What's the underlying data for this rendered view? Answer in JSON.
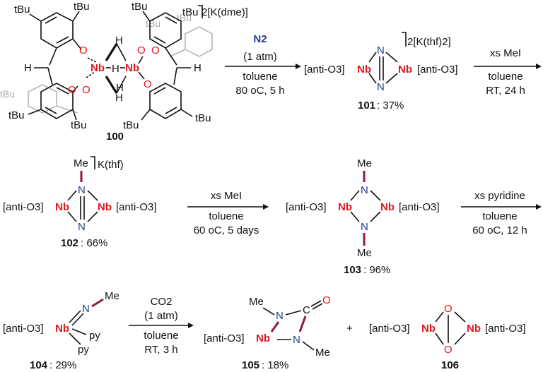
{
  "colors": {
    "niobium": "#e0161c",
    "nitrogen": "#1d3f8f",
    "bond_highlight": "#8e1b3a",
    "faded": "#aaaaaa"
  },
  "c100": {
    "label": "100",
    "charge": "2[K(dme)]",
    "tbu": "tBu",
    "H": "H",
    "O": "O",
    "Nb": "Nb"
  },
  "step1": {
    "reagent": "N2",
    "l1": "(1 atm)",
    "l2": "toluene",
    "l3": "80 oC, 5 h"
  },
  "c101": {
    "ligand": "[anti-O3]",
    "ligand_r": "[anti-O3]",
    "Nb": "Nb",
    "N": "N",
    "charge": "2[K(thf)2]",
    "label": "101",
    "yield": ": 37%"
  },
  "step2": {
    "l1": "xs MeI",
    "l2": "toluene",
    "l3": "RT, 24 h"
  },
  "c102": {
    "ligand": "[anti-O3]",
    "ligand_r": "[anti-O3]",
    "Nb": "Nb",
    "N": "N",
    "Me": "Me",
    "charge": "K(thf)",
    "label": "102",
    "yield": ": 66%"
  },
  "step3": {
    "l1": "xs MeI",
    "l2": "toluene",
    "l3": "60 oC, 5 days"
  },
  "c103": {
    "ligand": "[anti-O3]",
    "ligand_r": "[anti-O3]",
    "Nb": "Nb",
    "N": "N",
    "Me": "Me",
    "label": "103",
    "yield": ": 96%"
  },
  "step4": {
    "l1": "xs pyridine",
    "l2": "toluene",
    "l3": "60 oC, 12 h"
  },
  "c104": {
    "ligand": "[anti-O3]",
    "Nb": "Nb",
    "N": "N",
    "Me": "Me",
    "py": "py",
    "label": "104",
    "yield": ": 29%"
  },
  "step5": {
    "l1": "CO2",
    "l2": "(1 atm)",
    "l3": "toluene",
    "l4": "RT, 3 h"
  },
  "c105": {
    "ligand": "[anti-O3]",
    "Nb": "Nb",
    "N": "N",
    "C": "C",
    "O": "O",
    "Me": "Me",
    "label": "105",
    "yield": ": 18%"
  },
  "plus": "+",
  "c106": {
    "ligand": "[anti-O3]",
    "ligand_r": "[anti-O3]",
    "Nb": "Nb",
    "O": "O",
    "label": "106"
  }
}
